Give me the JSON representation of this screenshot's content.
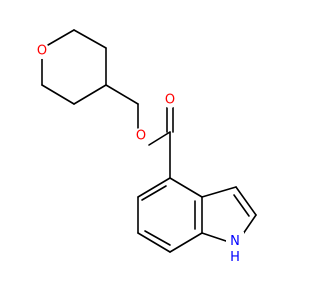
{
  "structure": {
    "atom_labels": {
      "ring_oxygen": "O",
      "ester_oxygen": "O",
      "carbonyl_oxygen": "O",
      "indole_nh": "H\nN"
    },
    "colors": {
      "bond": "#000000",
      "oxygen": "#ff0000",
      "nitrogen": "#0000ff"
    }
  }
}
